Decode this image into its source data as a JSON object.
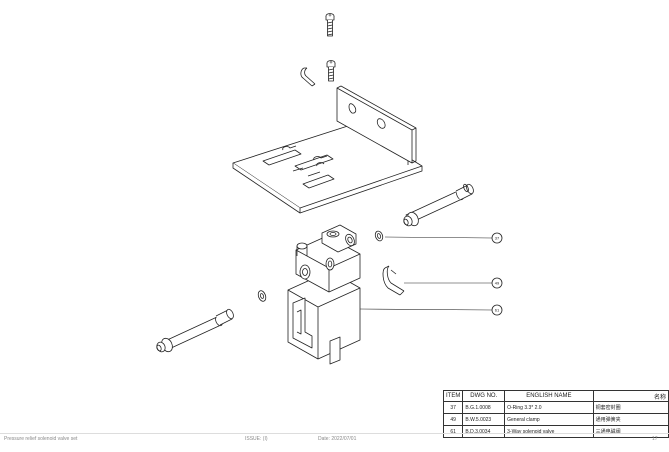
{
  "callouts": [
    "37",
    "49",
    "61"
  ],
  "table": {
    "headers": {
      "item": "ITEM",
      "dwg": "DWG NO.",
      "english": "ENGLISH NAME",
      "chinese": "名称"
    },
    "rows": [
      {
        "item": "37",
        "dwg": "B.G.1.0008",
        "english": "O-Ring   3.3*  2.0",
        "chinese": "铜套密封圈"
      },
      {
        "item": "49",
        "dwg": "B.W.5.0023",
        "english": "General clamp",
        "chinese": "通用弹簧夹"
      },
      {
        "item": "61",
        "dwg": "B.D.3.0034",
        "english": "3-Way solenoid valve",
        "chinese": "三通电磁阀"
      }
    ]
  },
  "footer": {
    "title": "Pressure relief solenoid valve set",
    "issue": "ISSUE: (I)",
    "date": "Date: 2022/07/01",
    "page": "17"
  }
}
